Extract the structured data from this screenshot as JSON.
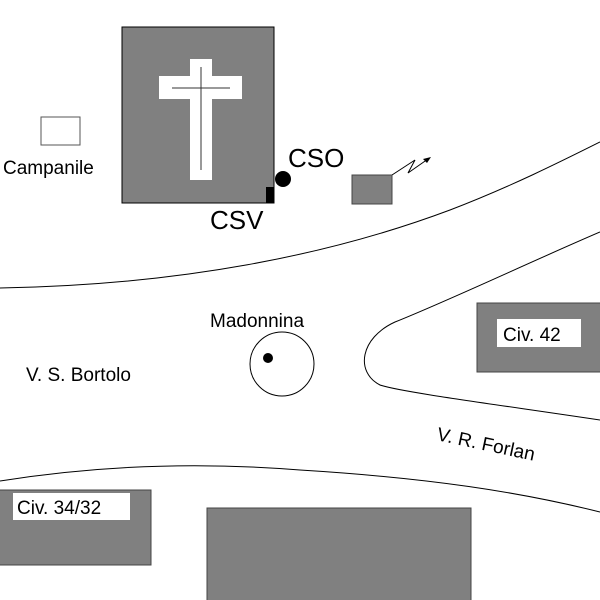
{
  "map": {
    "colors": {
      "building": "#808080",
      "road": "#000000",
      "background": "#ffffff",
      "marker": "#000000"
    },
    "labels": {
      "campanile": "Campanile",
      "cso": "CSO",
      "csv": "CSV",
      "madonnina": "Madonnina",
      "street_bortolo": "V. S. Bortolo",
      "street_forlan": "V. R. Forlan",
      "civ42": "Civ. 42",
      "civ3432": "Civ. 34/32"
    },
    "icons": {
      "church": "cross-icon",
      "antenna": "lightning-icon",
      "cso_marker": "circle-marker-icon",
      "csv_marker": "square-marker-icon",
      "madonnina_marker": "dot-marker-icon"
    }
  }
}
